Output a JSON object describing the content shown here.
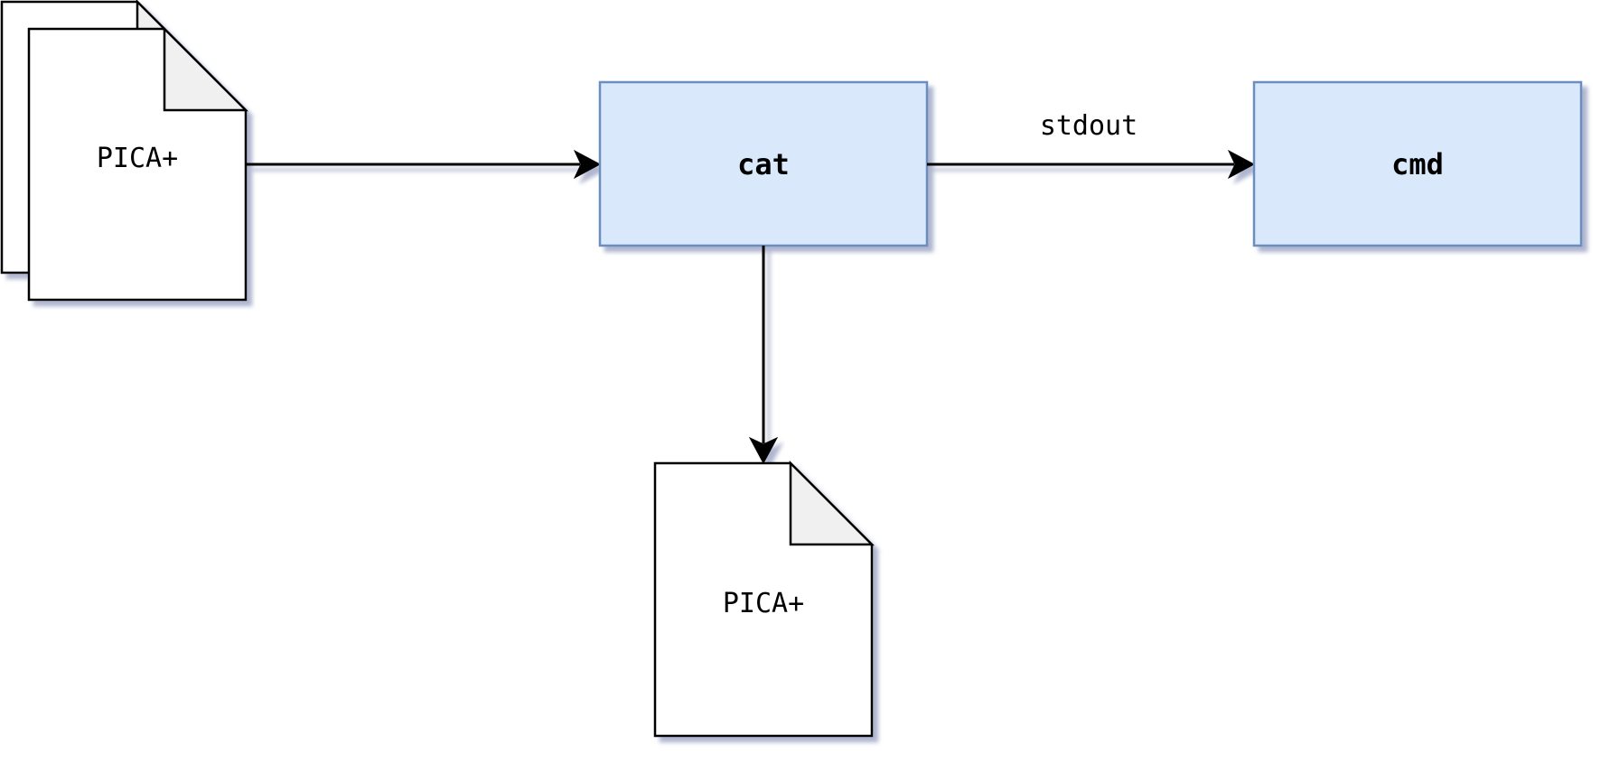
{
  "diagram": {
    "input": {
      "label": "PICA+"
    },
    "cat": {
      "label": "cat"
    },
    "cmd": {
      "label": "cmd"
    },
    "output": {
      "label": "PICA+"
    },
    "edges": {
      "cat_to_cmd": {
        "label": "stdout"
      }
    }
  },
  "colors": {
    "process_fill": "#dae8fc",
    "process_stroke": "#6c8ebf",
    "document_fill": "#ffffff",
    "document_fold": "#f0f0f0",
    "line": "#000000",
    "shadow": "#8c94b8"
  }
}
